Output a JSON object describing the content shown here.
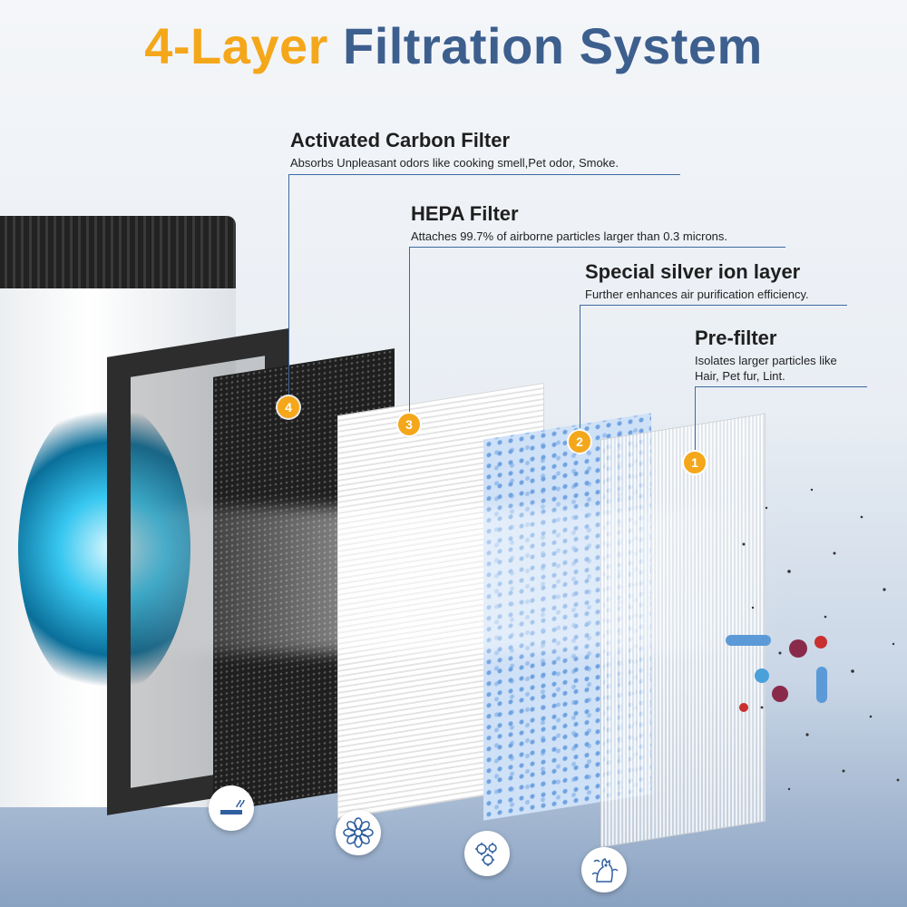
{
  "title": {
    "accent": "4-Layer",
    "main": "Filtration System"
  },
  "layers": [
    {
      "number": "4",
      "name": "Activated Carbon Filter",
      "description": "Absorbs Unpleasant odors like cooking smell,Pet odor, Smoke.",
      "icon": "no-smoking-icon"
    },
    {
      "number": "3",
      "name": "HEPA Filter",
      "description": "Attaches 99.7% of airborne particles larger than 0.3 microns.",
      "icon": "pollen-flower-icon"
    },
    {
      "number": "2",
      "name": "Special silver ion layer",
      "description": "Further enhances air purification efficiency.",
      "icon": "germs-icon"
    },
    {
      "number": "1",
      "name": "Pre-filter",
      "description_line1": "Isolates larger particles like",
      "description_line2": "Hair, Pet fur, Lint.",
      "icon": "pet-hair-icon"
    }
  ],
  "colors": {
    "accent": "#f4a71a",
    "title_blue": "#3d5f8e",
    "line_blue": "#3d6aa0"
  }
}
